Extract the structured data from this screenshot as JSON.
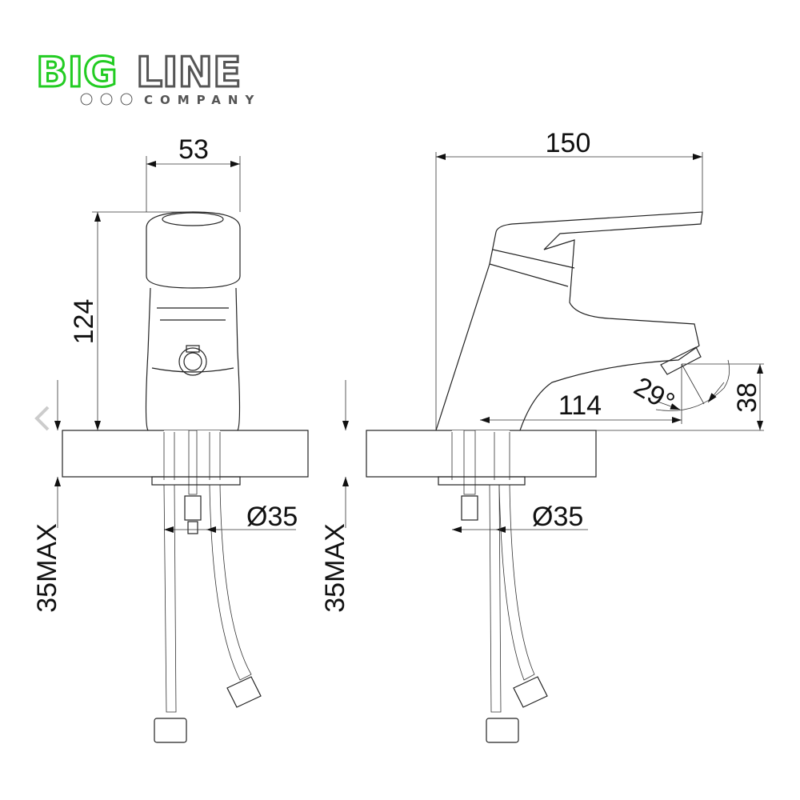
{
  "logo": {
    "brand_part1": "BIG",
    "brand_part2": "LINE",
    "subtitle": "COMPANY",
    "colors": {
      "accent": "#22cc22",
      "gray": "#555555"
    }
  },
  "front_view": {
    "width": "53",
    "height": "124",
    "mount_max": "35MAX",
    "hole_diameter": "Ø35"
  },
  "side_view": {
    "length": "150",
    "spout_reach": "114",
    "spout_angle": "29°",
    "spout_height": "38",
    "mount_max": "35MAX",
    "hole_diameter": "Ø35"
  },
  "nav": {
    "prev_icon": "chevron-left-icon"
  }
}
